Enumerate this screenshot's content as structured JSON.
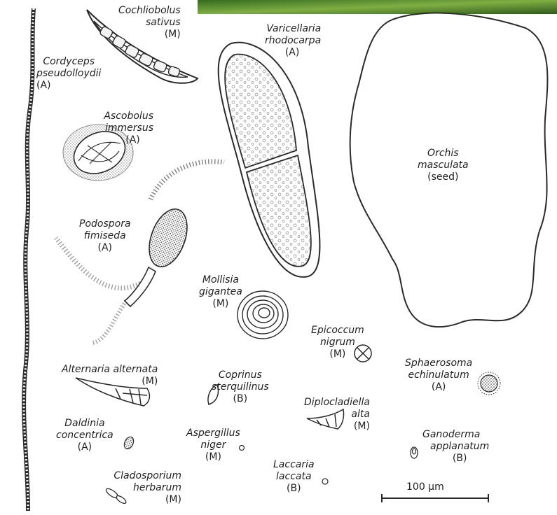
{
  "colors": {
    "ink": "#2a2a2a",
    "background": "#ffffff",
    "moss_dark": "#2f5a1c",
    "moss_light": "#7fae43"
  },
  "labels": {
    "cochliobolus": {
      "l1": "Cochliobolus",
      "l2": "sativus",
      "l3": "(M)"
    },
    "varicellaria": {
      "l1": "Varicellaria",
      "l2": "rhodocarpa",
      "l3": "(A)"
    },
    "cordyceps": {
      "l1": "Cordyceps",
      "l2": "pseudolloydii",
      "l3": "(A)"
    },
    "ascobolus": {
      "l1": "Ascobolus",
      "l2": "immersus",
      "l3": "(A)"
    },
    "orchis": {
      "l1": "Orchis",
      "l2": "masculata",
      "l3": "(seed)"
    },
    "podospora": {
      "l1": "Podospora",
      "l2": "fimiseda",
      "l3": "(A)"
    },
    "mollisia": {
      "l1": "Mollisia",
      "l2": "gigantea",
      "l3": "(M)"
    },
    "epicoccum": {
      "l1": "Epicoccum",
      "l2": "nigrum",
      "l3": "(M)"
    },
    "alternaria": {
      "l1": "Alternaria alternata",
      "l2": "(M)"
    },
    "coprinus": {
      "l1": "Coprinus",
      "l2": "sterquilinus",
      "l3": "(B)"
    },
    "sphaerosoma": {
      "l1": "Sphaerosoma",
      "l2": "echinulatum",
      "l3": "(A)"
    },
    "diplocladiella": {
      "l1": "Diplocladiella",
      "l2": "alta",
      "l3": "(M)"
    },
    "daldinia": {
      "l1": "Daldinia",
      "l2": "concentrica",
      "l3": "(A)"
    },
    "aspergillus": {
      "l1": "Aspergillus",
      "l2": "niger",
      "l3": "(M)"
    },
    "ganoderma": {
      "l1": "Ganoderma",
      "l2": "applanatum",
      "l3": "(B)"
    },
    "laccaria": {
      "l1": "Laccaria",
      "l2": "laccata",
      "l3": "(B)"
    },
    "cladosporium": {
      "l1": "Cladosporium",
      "l2": "herbarum",
      "l3": "(M)"
    }
  },
  "scale_bar": {
    "label": "100 µm"
  }
}
